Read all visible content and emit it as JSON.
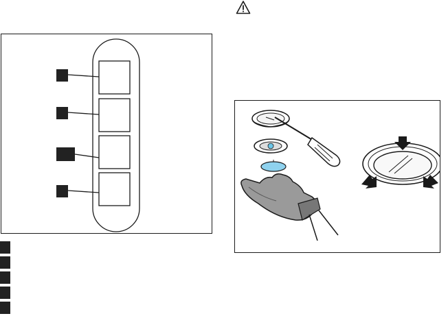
{
  "warning": {
    "icon": "warning-triangle-icon"
  },
  "control_panel": {
    "buttons": [
      {
        "key": "top"
      },
      {
        "key": "second"
      },
      {
        "key": "third"
      },
      {
        "key": "bottom"
      }
    ]
  },
  "legend": {
    "items": [
      {
        "label": ""
      },
      {
        "label": ""
      },
      {
        "label": ""
      },
      {
        "label": ""
      },
      {
        "label": ""
      }
    ]
  },
  "illustration": {
    "icons": [
      "screwdriver-icon",
      "lamp-cover-icon",
      "glove-hand-icon",
      "lamp-glass-icon",
      "press-arrow-icon"
    ],
    "colors": {
      "stroke": "#1a1a1a",
      "glove": "#9a9a9a",
      "glass": "#8fd2ee"
    }
  }
}
